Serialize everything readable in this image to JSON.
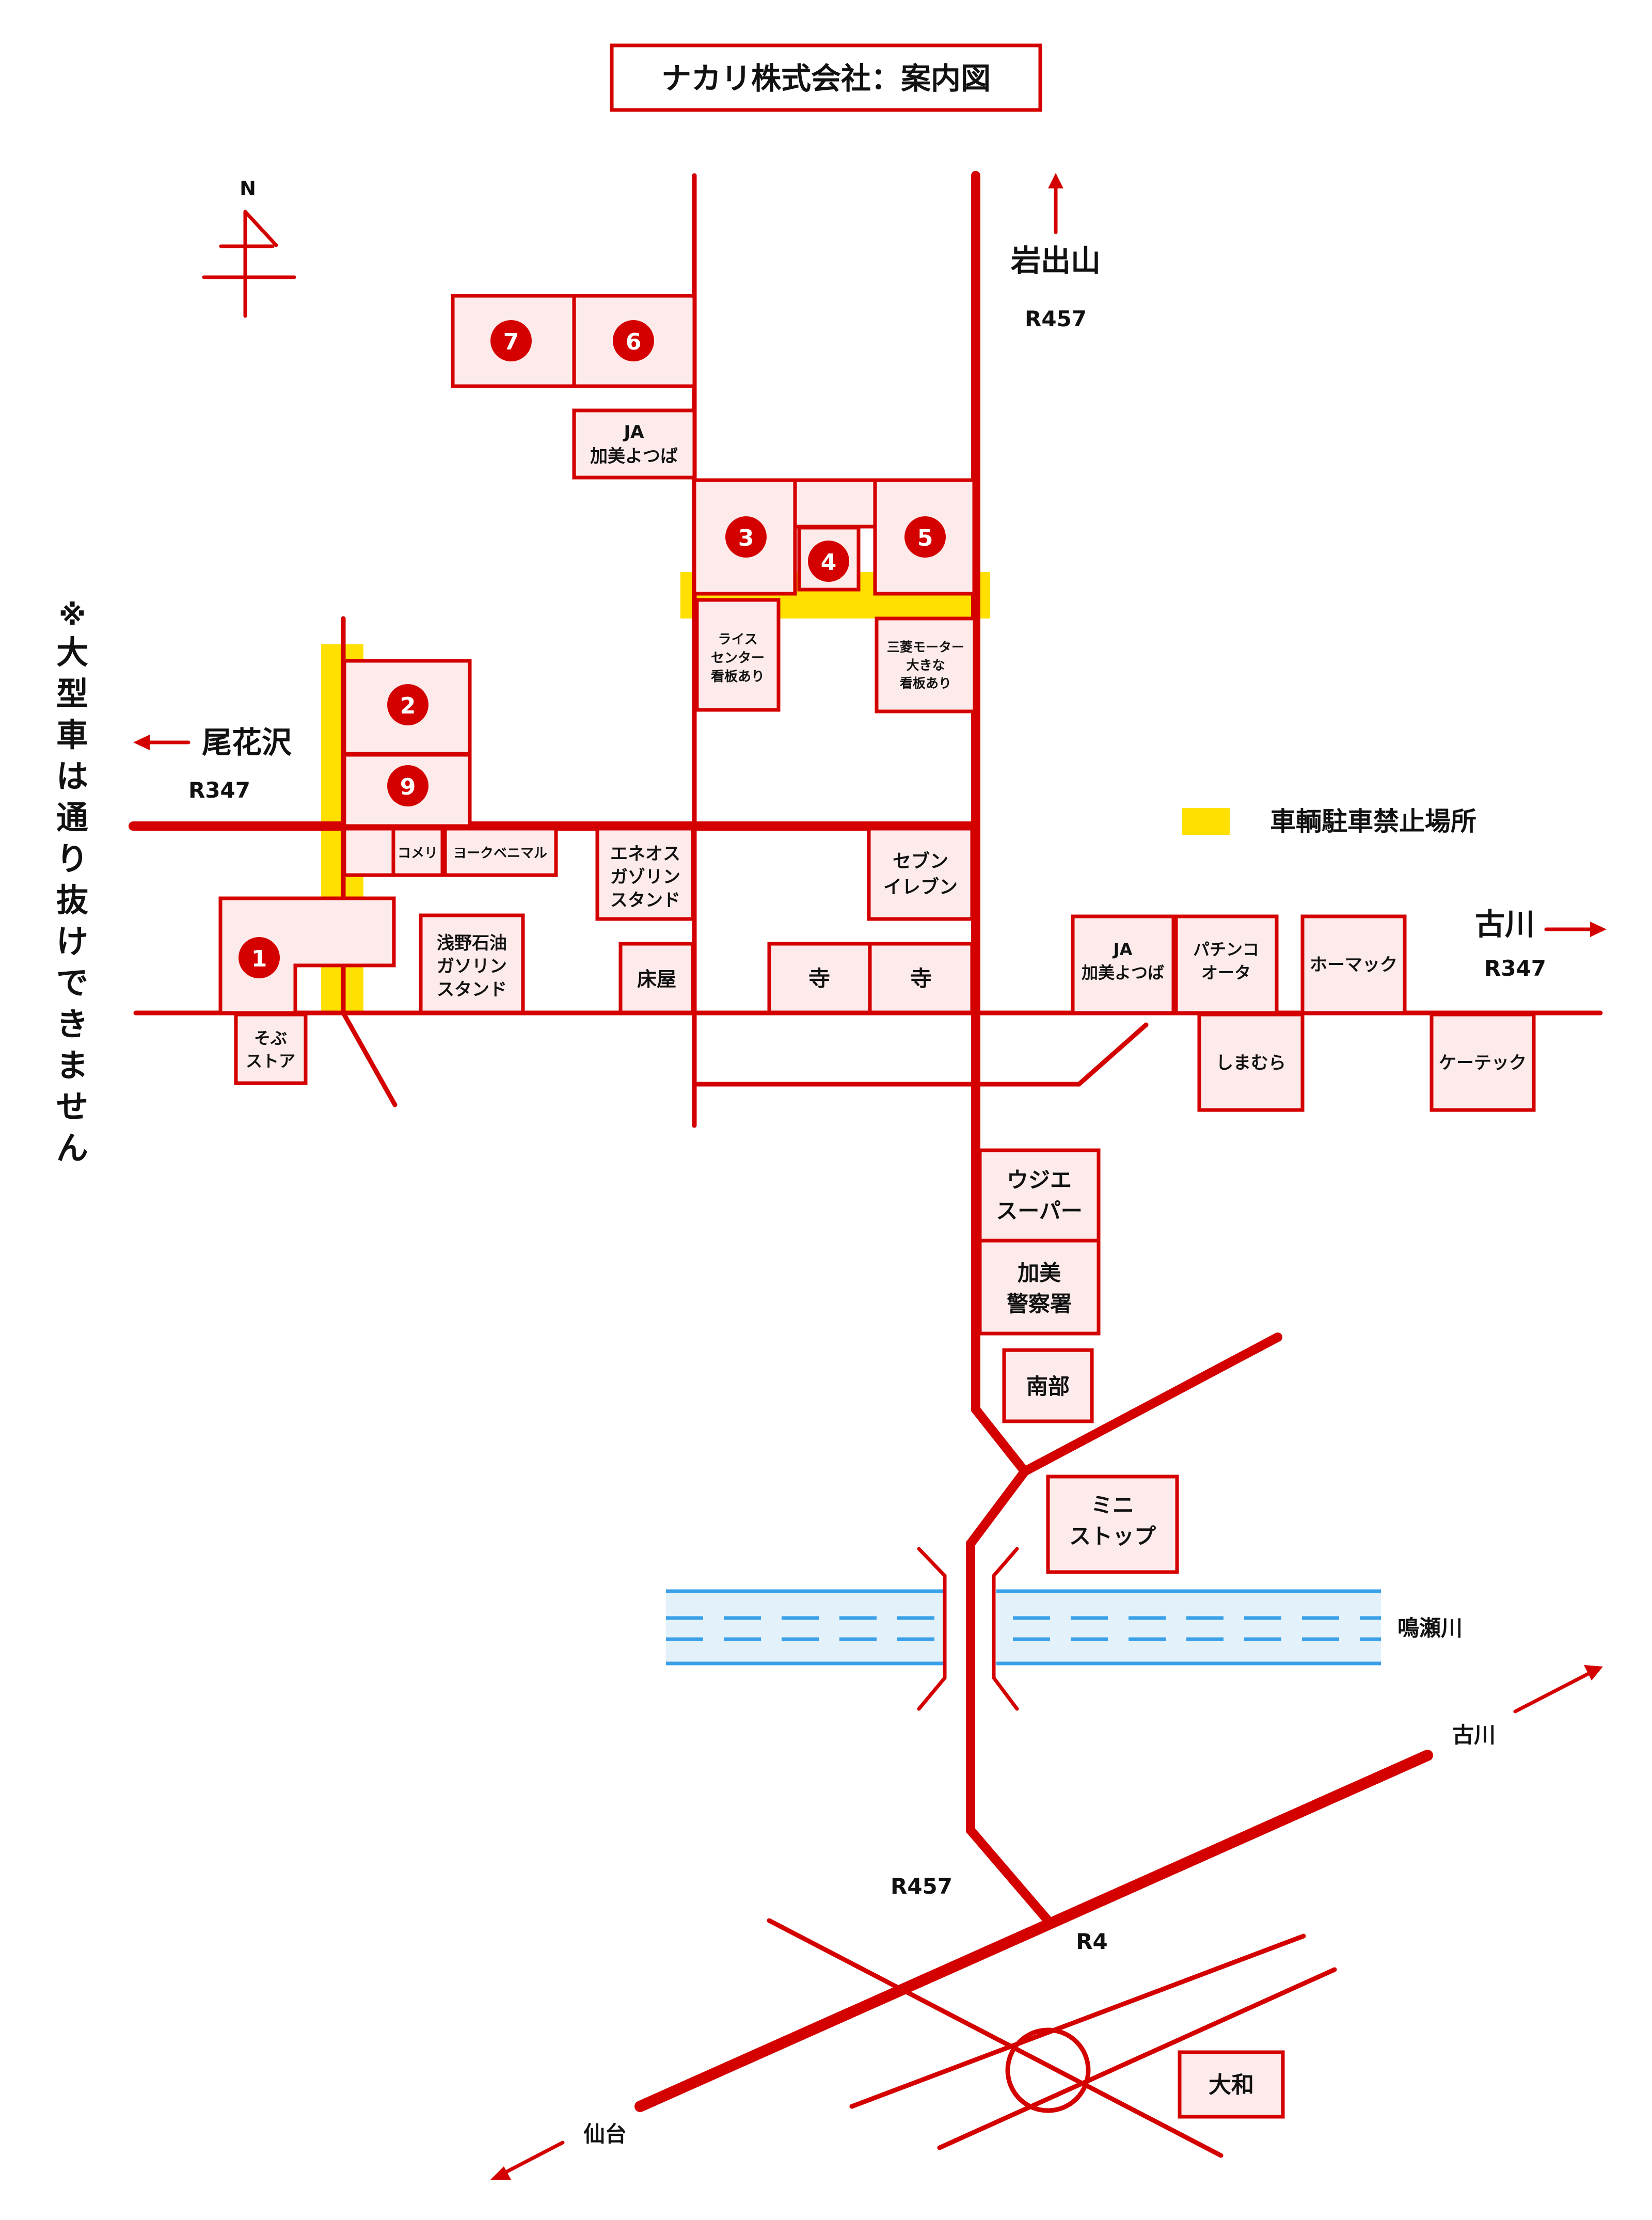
{
  "title": "ナカリ株式会社：案内図",
  "north": "N",
  "notice": [
    "※",
    "大",
    "型",
    "車",
    "は",
    "通",
    "り",
    "抜",
    "け",
    "で",
    "き",
    "ま",
    "せ",
    "ん"
  ],
  "legend": {
    "label": "車輌駐車禁止場所",
    "color": "#ffe000"
  },
  "colors": {
    "road": "#d40000",
    "building_fill": "#fdeaea",
    "river": "#3aa0e8",
    "river_fill": "#e3f1fa",
    "no_parking": "#ffe000"
  },
  "directions": {
    "north": {
      "place": "岩出山",
      "route": "R457"
    },
    "west": {
      "place": "尾花沢",
      "route": "R347"
    },
    "east": {
      "place": "古川",
      "route": "R347"
    },
    "northeast": {
      "place": "古川"
    },
    "southwest": {
      "place": "仙台"
    }
  },
  "road_labels": {
    "r457": "R457",
    "r4": "R4"
  },
  "river": "鳴瀬川",
  "numbered_markers": [
    "1",
    "2",
    "3",
    "4",
    "5",
    "6",
    "7",
    "9"
  ],
  "buildings": {
    "ja_north": [
      "JA",
      "加美よつば"
    ],
    "rice_center": [
      "ライス",
      "センター",
      "看板あり"
    ],
    "mitsubishi": [
      "三菱モーター",
      "大きな",
      "看板あり"
    ],
    "komeri": [
      "コメリ"
    ],
    "york": [
      "ヨークベニマル"
    ],
    "eneos": [
      "エネオス",
      "ガゾリン",
      "スタンド"
    ],
    "seven": [
      "セブン",
      "イレブン"
    ],
    "asano": [
      "浅野石油",
      "ガソリン",
      "スタンド"
    ],
    "tokoya": [
      "床屋"
    ],
    "tera1": [
      "寺"
    ],
    "tera2": [
      "寺"
    ],
    "ja_east": [
      "JA",
      "加美よつば"
    ],
    "pachinko": [
      "パチンコ",
      "オータ"
    ],
    "homac": [
      "ホーマック"
    ],
    "sobu": [
      "そぶ",
      "ストア"
    ],
    "shimamura": [
      "しまむら"
    ],
    "ktech": [
      "ケーテック"
    ],
    "uji": [
      "ウジエ",
      "スーパー"
    ],
    "police": [
      "加美",
      "警察署"
    ],
    "nanbu": [
      "南部"
    ],
    "ministop": [
      "ミニ",
      "ストップ"
    ],
    "yamato": [
      "大和"
    ]
  }
}
